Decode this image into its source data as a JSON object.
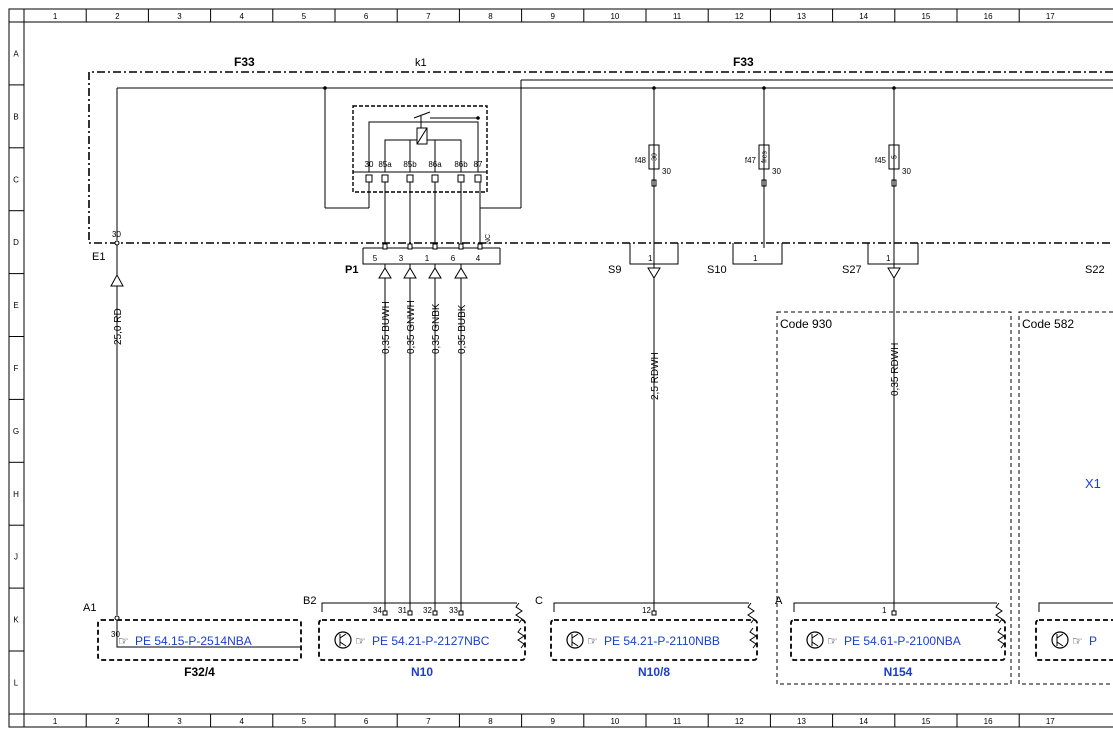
{
  "grid": {
    "columns": [
      "1",
      "2",
      "3",
      "4",
      "5",
      "6",
      "7",
      "8",
      "9",
      "10",
      "11",
      "12",
      "13",
      "14",
      "15",
      "16",
      "17"
    ],
    "rows": [
      "A",
      "B",
      "C",
      "D",
      "E",
      "F",
      "G",
      "H",
      "J",
      "K",
      "L"
    ]
  },
  "fuse_box": {
    "label_left": "F33",
    "label_right": "F33",
    "relay_label": "k1",
    "relay_pins": [
      "30",
      "85a",
      "85b",
      "86a",
      "86b",
      "87"
    ],
    "feed_pin": "30",
    "fuses": [
      {
        "name": "f48",
        "value": "30",
        "pin": "30"
      },
      {
        "name": "f47",
        "value": "fres",
        "pin": "30"
      },
      {
        "name": "f45",
        "value": "5",
        "pin": "30"
      }
    ]
  },
  "connectors": {
    "e1": "E1",
    "p1": {
      "label": "P1",
      "pins": [
        "5",
        "3",
        "1",
        "6",
        "4"
      ],
      "nc": "NC"
    },
    "s9": {
      "label": "S9",
      "pin": "1"
    },
    "s10": {
      "label": "S10",
      "pin": "1"
    },
    "s27": {
      "label": "S27",
      "pin": "1"
    },
    "s22": "S22"
  },
  "wires": {
    "e1": "25,0 RD",
    "p1": [
      "0,35 BUWH",
      "0,35 GNWH",
      "0,35 GNBK",
      "0,35 BUBK"
    ],
    "s9": "2,5 RDWH",
    "s27": "0,35 RDWH"
  },
  "codes": {
    "code930": "Code 930",
    "code582": "Code 582"
  },
  "x_label": "X1",
  "components": [
    {
      "conn": "A1",
      "pin_top": "30",
      "pin_inner": "30",
      "ref": "PE 54.15-P-2514NBA",
      "name": "F32/4"
    },
    {
      "conn": "B2",
      "pins": [
        "34",
        "31",
        "32",
        "33"
      ],
      "ref": "PE 54.21-P-2127NBC",
      "name": "N10"
    },
    {
      "conn": "C",
      "pins": [
        "12"
      ],
      "ref": "PE 54.21-P-2110NBB",
      "name": "N10/8"
    },
    {
      "conn": "A",
      "pins": [
        "1"
      ],
      "ref": "PE 54.61-P-2100NBA",
      "name": "N154"
    },
    {
      "ref": "P"
    }
  ],
  "colors": {
    "link": "#1a3cd4",
    "line": "#000000"
  }
}
